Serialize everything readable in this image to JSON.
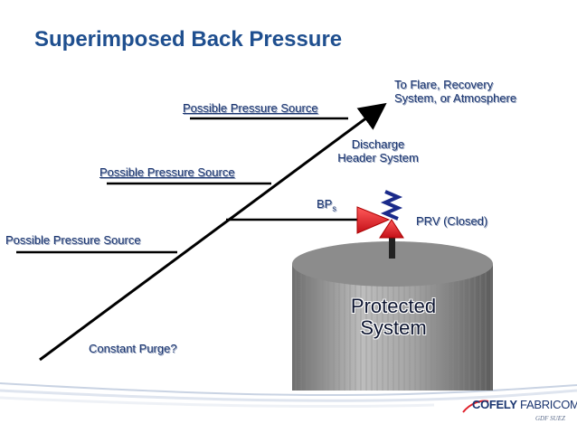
{
  "title": "Superimposed Back Pressure",
  "labels": {
    "to_flare_line1": "To Flare, Recovery",
    "to_flare_line2": "System, or  Atmosphere",
    "source_top": "Possible Pressure Source",
    "source_mid": "Possible Pressure Source",
    "source_left": "Possible Pressure Source",
    "discharge_line1": "Discharge",
    "discharge_line2": "Header System",
    "bp": "BP",
    "bp_sub": "s",
    "prv": "PRV (Closed)",
    "protected_line1": "Protected",
    "protected_line2": "System",
    "constant_purge": "Constant Purge?"
  },
  "logo": {
    "brand_bold": "COFELY",
    "brand_light": " FABRICOM",
    "sub": "GDF SUEZ"
  },
  "colors": {
    "title": "#1f4f8f",
    "label": "#1a3570",
    "valve": "#e0202a",
    "line": "#000000",
    "vessel": "#9b9b9b",
    "spring": "#1a2a8a"
  }
}
